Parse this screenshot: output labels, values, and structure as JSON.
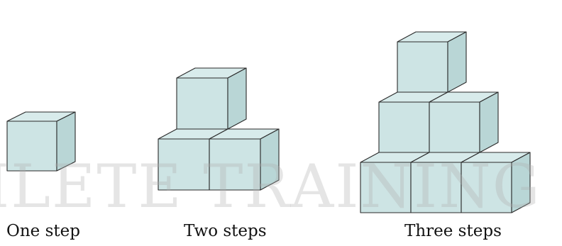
{
  "watermark": "HLETE TRAINING CENT",
  "colors": {
    "front": "#cde4e4",
    "top": "#d8ebeb",
    "side": "#b9d6d6",
    "edge": "#2a2a2a"
  },
  "figures": [
    {
      "label": "One step",
      "steps": 1
    },
    {
      "label": "Two steps",
      "steps": 2
    },
    {
      "label": "Three steps",
      "steps": 3
    }
  ]
}
